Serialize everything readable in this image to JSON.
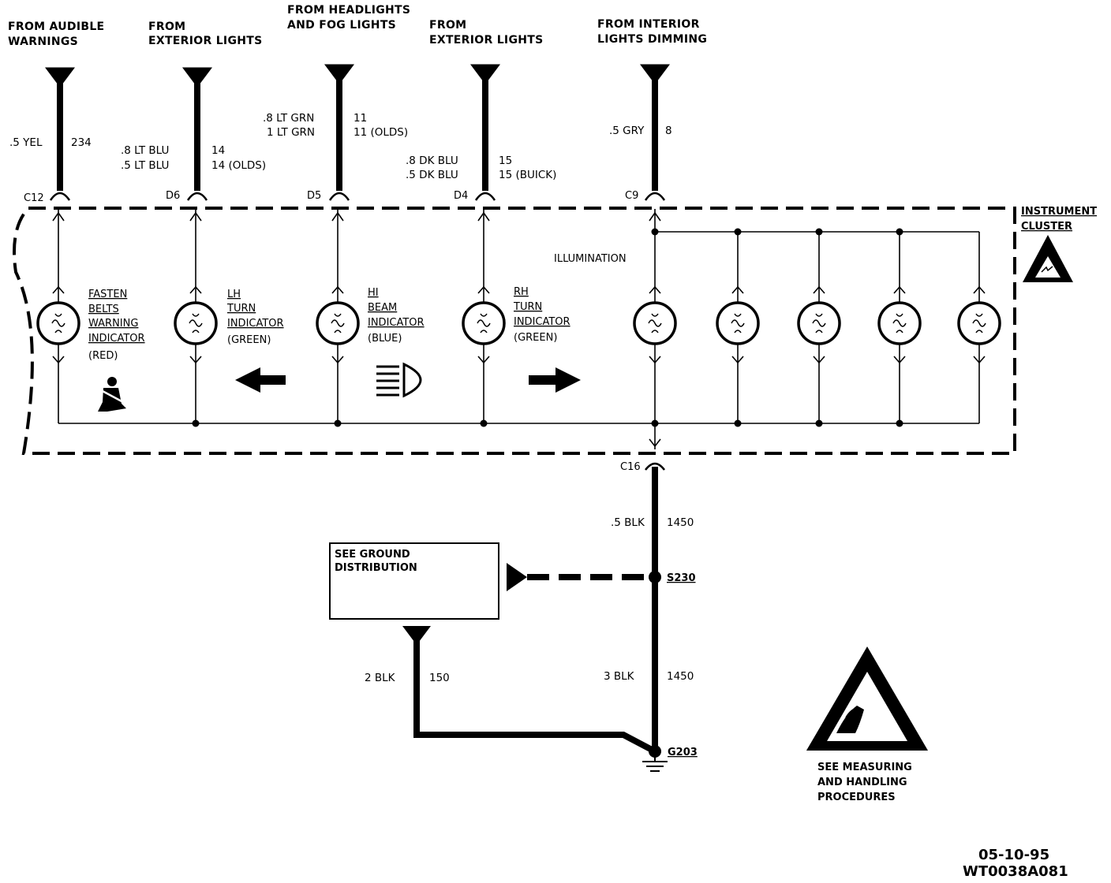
{
  "sources": [
    {
      "line1": "FROM AUDIBLE",
      "line2": "WARNINGS"
    },
    {
      "line1": "FROM",
      "line2": "EXTERIOR LIGHTS"
    },
    {
      "line1": "FROM HEADLIGHTS",
      "line2": "AND FOG LIGHTS"
    },
    {
      "line1": "FROM",
      "line2": "EXTERIOR LIGHTS"
    },
    {
      "line1": "FROM INTERIOR",
      "line2": "LIGHTS DIMMING"
    }
  ],
  "wires": {
    "c12": {
      "size": ".5 YEL",
      "circuit": "234"
    },
    "d6": [
      {
        "size": ".8 LT BLU",
        "circuit": "14"
      },
      {
        "size": ".5 LT BLU",
        "circuit": "14 (OLDS)"
      }
    ],
    "d5": [
      {
        "size": ".8 LT GRN",
        "circuit": "11"
      },
      {
        "size": "1 LT GRN",
        "circuit": "11 (OLDS)"
      }
    ],
    "d4": [
      {
        "size": ".8 DK BLU",
        "circuit": "15"
      },
      {
        "size": ".5 DK BLU",
        "circuit": "15 (BUICK)"
      }
    ],
    "c9": {
      "size": ".5 GRY",
      "circuit": "8"
    },
    "c16": {
      "size": ".5 BLK",
      "circuit": "1450"
    },
    "g203_a": {
      "size": "2 BLK",
      "circuit": "150"
    },
    "g203_b": {
      "size": "3 BLK",
      "circuit": "1450"
    }
  },
  "connectors": {
    "c12": "C12",
    "d6": "D6",
    "d5": "D5",
    "d4": "D4",
    "c9": "C9",
    "c16": "C16",
    "s230": "S230",
    "g203": "G203"
  },
  "cluster": {
    "line1": "INSTRUMENT",
    "line2": "CLUSTER"
  },
  "illumination": "ILLUMINATION",
  "indicators": {
    "fasten": [
      "FASTEN",
      "BELTS",
      "WARNING",
      "INDICATOR",
      "(RED)"
    ],
    "lh": [
      "LH",
      "TURN",
      "INDICATOR",
      "(GREEN)"
    ],
    "hi": [
      "HI",
      "BEAM",
      "INDICATOR",
      "(BLUE)"
    ],
    "rh": [
      "RH",
      "TURN",
      "INDICATOR",
      "(GREEN)"
    ]
  },
  "ground_box": {
    "line1": "SEE GROUND",
    "line2": "DISTRIBUTION"
  },
  "esd_note": [
    "SEE MEASURING",
    "AND HANDLING",
    "PROCEDURES"
  ],
  "stamp": {
    "date": "05-10-95",
    "code": "WT0038A081"
  },
  "icons": [
    "arrow-left-icon",
    "arrow-right-icon",
    "headlight-icon",
    "seatbelt-icon",
    "esd-warning-icon"
  ]
}
